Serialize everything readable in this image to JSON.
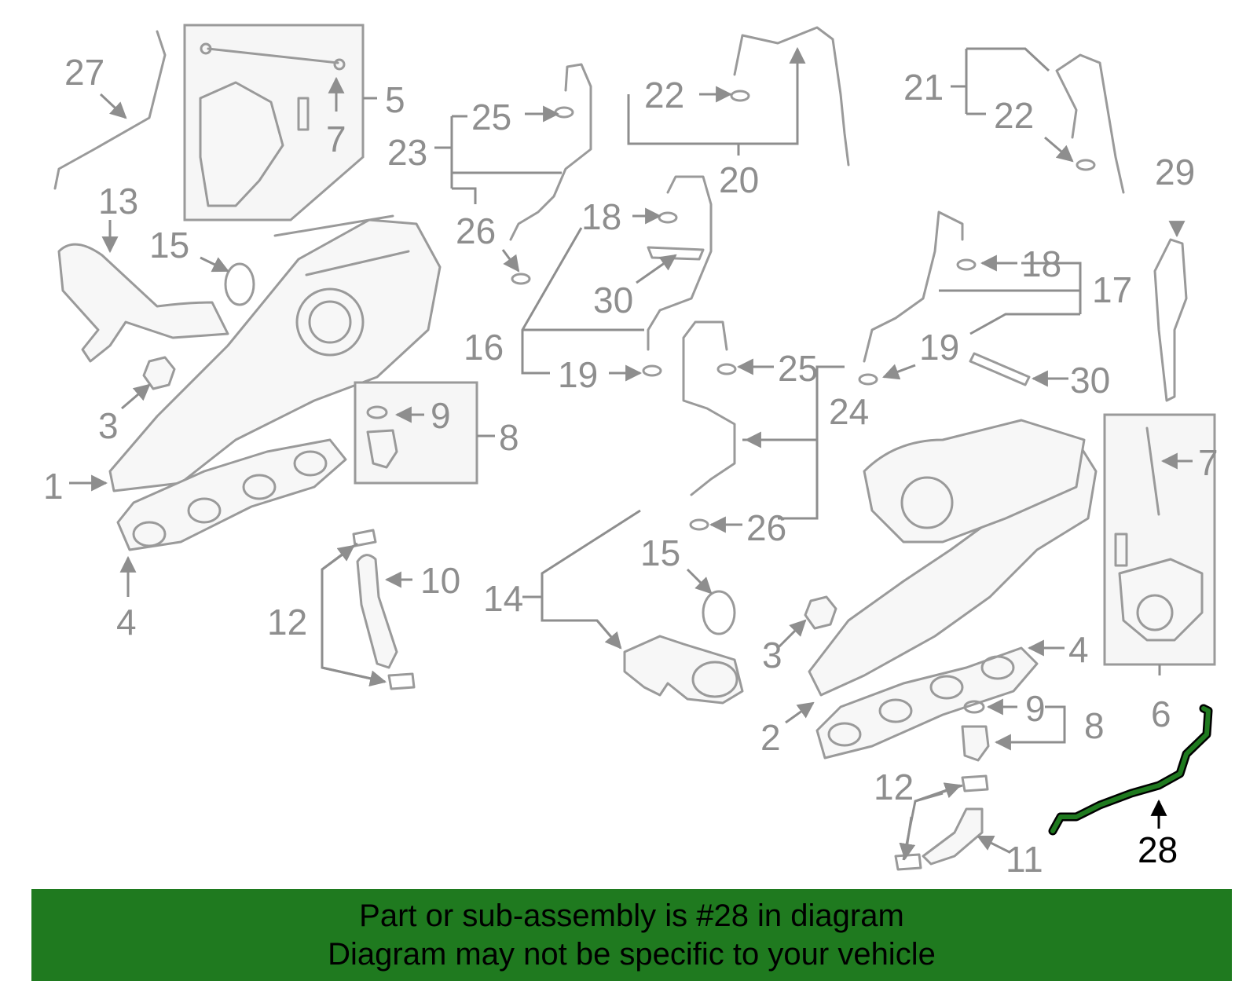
{
  "diagram": {
    "highlight_part": "28",
    "highlight_color": "#1f7a1f",
    "callouts": [
      "27",
      "5",
      "7",
      "13",
      "15",
      "3",
      "1",
      "4",
      "25",
      "23",
      "26",
      "22",
      "20",
      "21",
      "22",
      "18",
      "30",
      "16",
      "19",
      "29",
      "18",
      "17",
      "19",
      "30",
      "9",
      "8",
      "25",
      "24",
      "7",
      "10",
      "12",
      "14",
      "15",
      "26",
      "3",
      "4",
      "2",
      "9",
      "8",
      "6",
      "12",
      "11",
      "28"
    ]
  },
  "banner": {
    "line1": "Part or sub-assembly is #28 in diagram",
    "line2": "Diagram may not be specific to your vehicle",
    "background": "#1f7a1f"
  }
}
